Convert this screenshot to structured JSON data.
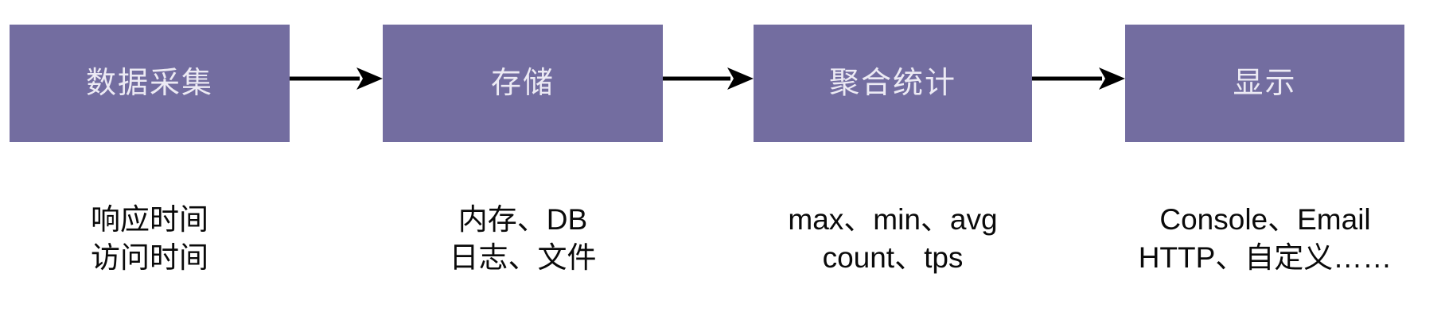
{
  "diagram": {
    "type": "flow-pipeline",
    "background_color": "#ffffff",
    "box_fill_color": "#736da0",
    "box_text_color": "#eceaf4",
    "caption_text_color": "#0a0a0a",
    "arrow_color": "#000000",
    "stages": [
      {
        "id": "collect",
        "label": "数据采集",
        "caption_lines": [
          "响应时间",
          "访问时间"
        ]
      },
      {
        "id": "store",
        "label": "存储",
        "caption_lines": [
          "内存、DB",
          "日志、文件"
        ]
      },
      {
        "id": "aggregate",
        "label": "聚合统计",
        "caption_lines": [
          "max、min、avg",
          "count、tps"
        ]
      },
      {
        "id": "display",
        "label": "显示",
        "caption_lines": [
          "Console、Email",
          "HTTP、自定义……"
        ]
      }
    ],
    "arrows": [
      {
        "id": "arrow-collect-to-store",
        "from": "collect",
        "to": "store",
        "glyph": "right-arrow"
      },
      {
        "id": "arrow-store-to-aggregate",
        "from": "store",
        "to": "aggregate",
        "glyph": "right-arrow"
      },
      {
        "id": "arrow-aggregate-to-display",
        "from": "aggregate",
        "to": "display",
        "glyph": "right-arrow"
      }
    ]
  }
}
